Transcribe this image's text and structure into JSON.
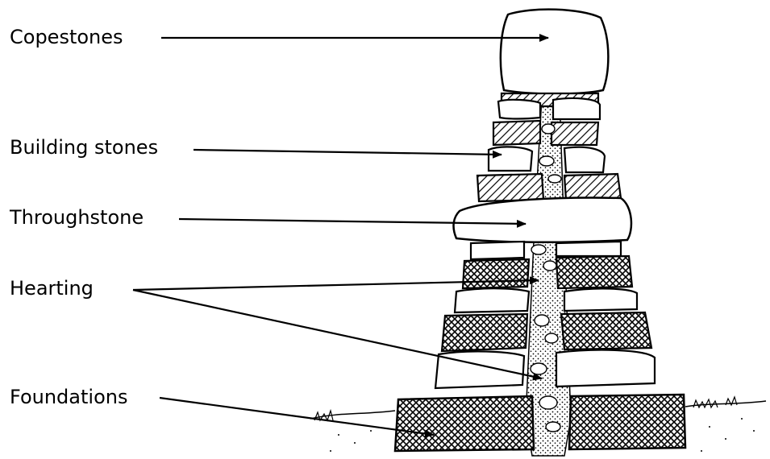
{
  "labels": {
    "copestones": "Copestones",
    "building_stones": "Building stones",
    "throughstone": "Throughstone",
    "hearting": "Hearting",
    "foundations": "Foundations"
  },
  "colors": {
    "ink": "#000000",
    "background": "#ffffff",
    "stone_dark": "#2b2b2b",
    "stone_light": "#ffffff"
  }
}
